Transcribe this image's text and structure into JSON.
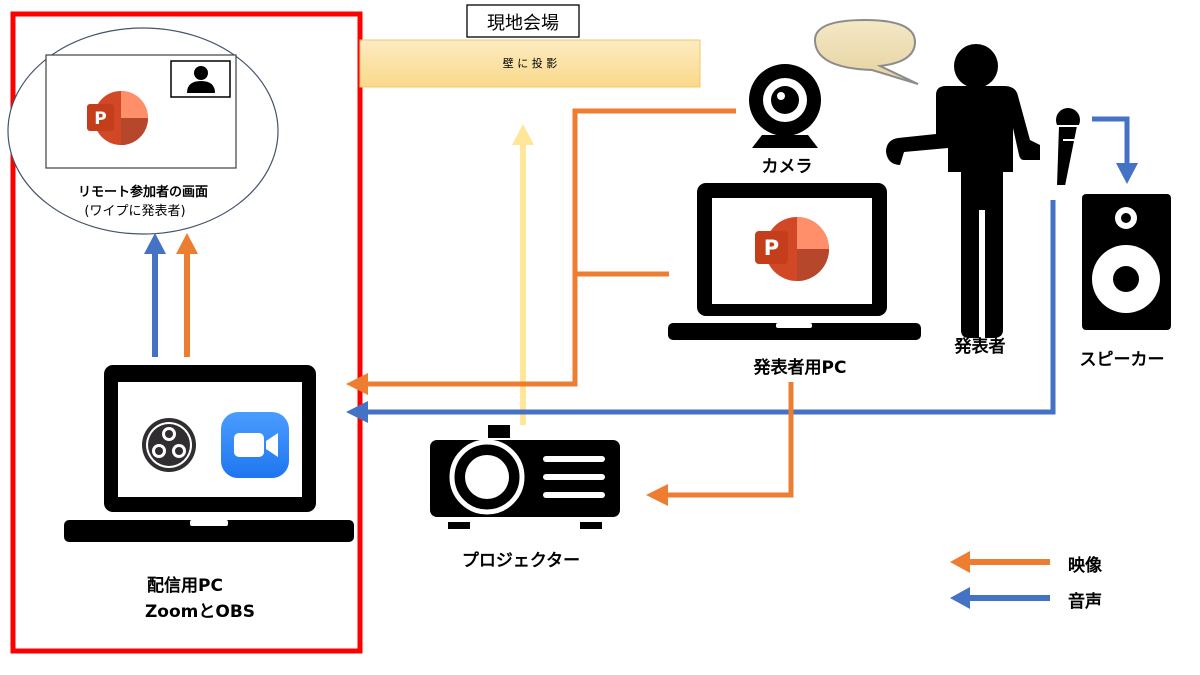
{
  "venue": {
    "label": "現地会場",
    "wall_text": "壁 に 投 影"
  },
  "remote": {
    "title": "リモート参加者の画面",
    "subtitle": "(ワイプに発表者)"
  },
  "streaming_pc": {
    "line1": "配信用PC",
    "line2": "ZoomとOBS"
  },
  "camera": {
    "label": "カメラ"
  },
  "presenter_pc": {
    "label": "発表者用PC"
  },
  "presenter": {
    "label": "発表者"
  },
  "speaker": {
    "label": "スピーカー"
  },
  "projector": {
    "label": "プロジェクター"
  },
  "legend": {
    "video": "映像",
    "audio": "音声"
  },
  "colors": {
    "video": "#ED7D31",
    "audio": "#4472C4",
    "projection": "#FFE699",
    "highlight": "#FF0000",
    "wall": "#FCE4A6",
    "powerpoint": "#D24726",
    "zoom": "#2D8CFF"
  },
  "icons": [
    "powerpoint-icon",
    "person-icon",
    "obs-icon",
    "zoom-icon",
    "webcam-icon",
    "microphone-icon",
    "speaker-icon",
    "projector-icon",
    "speech-bubble-icon",
    "laptop-icon"
  ]
}
